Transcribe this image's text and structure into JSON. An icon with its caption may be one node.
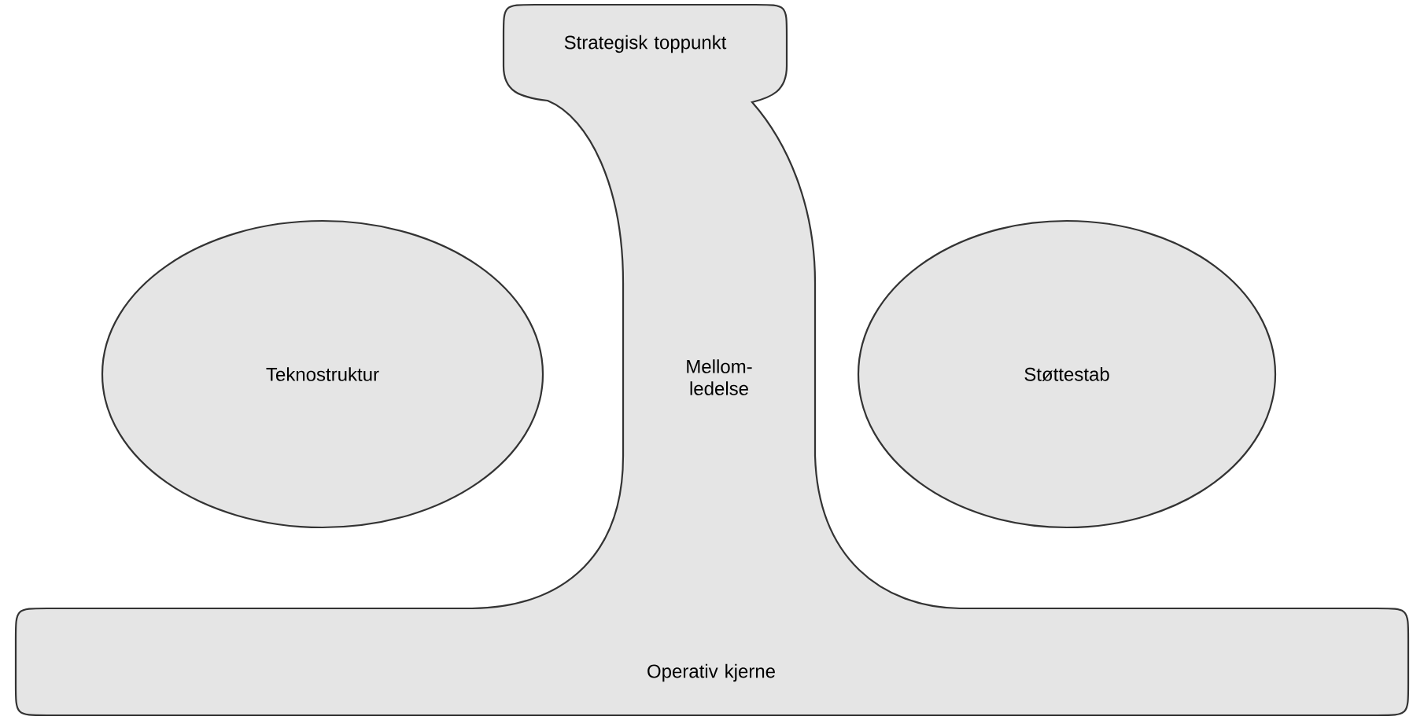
{
  "diagram": {
    "nodes": [
      {
        "text": [
          "Strategisk toppunkt"
        ]
      },
      {
        "text": [
          "Teknostruktur"
        ]
      },
      {
        "text": [
          "Mellom-ledelse"
        ]
      },
      {
        "text": [
          "Støttestab"
        ]
      },
      {
        "text": [
          "Operativ kjerne"
        ]
      }
    ]
  }
}
